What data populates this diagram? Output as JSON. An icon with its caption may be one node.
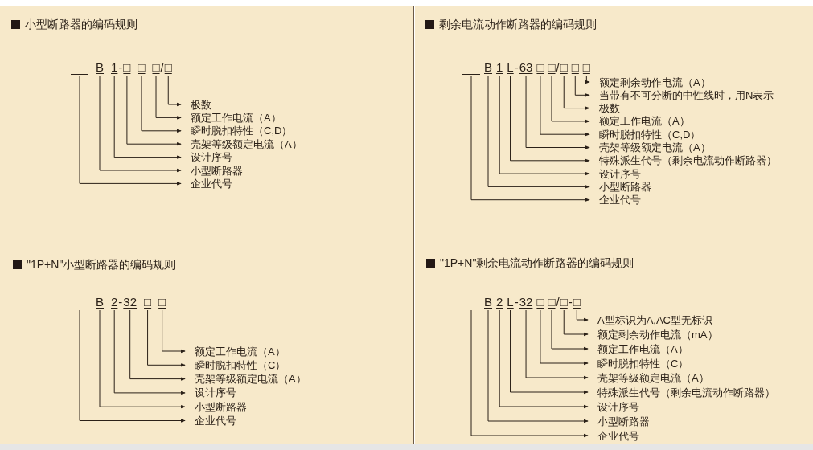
{
  "diagram": {
    "nodes": [
      {
        "text": [],
        "shape": "bar"
      },
      {
        "text": [
          "B"
        ]
      },
      {
        "text": [
          "1"
        ]
      },
      {
        "text": [
          "□"
        ]
      },
      {
        "text": [
          "□"
        ]
      },
      {
        "text": [
          "□"
        ]
      },
      {
        "text": [
          "□"
        ]
      },
      {
        "text": [
          "极数"
        ]
      },
      {
        "text": [
          "额定工作电流（A）"
        ]
      },
      {
        "text": [
          "瞬时脱扣特性（C,D）"
        ]
      },
      {
        "text": [
          "壳架等级额定电流（A）"
        ]
      },
      {
        "text": [
          "设计序号"
        ]
      },
      {
        "text": [
          "小型断路器"
        ]
      },
      {
        "text": [
          "企业代号"
        ]
      },
      {
        "text": [],
        "shape": "bar"
      },
      {
        "text": [
          "B"
        ]
      },
      {
        "text": [
          "1"
        ]
      },
      {
        "text": [
          "L"
        ]
      },
      {
        "text": [
          "63"
        ]
      },
      {
        "text": [
          "□"
        ]
      },
      {
        "text": [
          "□"
        ]
      },
      {
        "text": [
          "□"
        ]
      },
      {
        "text": [
          "□"
        ]
      },
      {
        "text": [
          "□"
        ]
      },
      {
        "text": [
          "额定剩余动作电流（A）"
        ]
      },
      {
        "text": [
          "当带有不可分断的中性线时，用N表示"
        ]
      },
      {
        "text": [
          "极数"
        ]
      },
      {
        "text": [
          "额定工作电流（A）"
        ]
      },
      {
        "text": [
          "瞬时脱扣特性（C,D）"
        ]
      },
      {
        "text": [
          "壳架等级额定电流（A）"
        ]
      },
      {
        "text": [
          "特殊派生代号（剩余电流动作断路器）"
        ]
      },
      {
        "text": [
          "设计序号"
        ]
      },
      {
        "text": [
          "小型断路器"
        ]
      },
      {
        "text": [
          "企业代号"
        ]
      },
      {
        "text": [],
        "shape": "bar"
      },
      {
        "text": [
          "B"
        ]
      },
      {
        "text": [
          "2"
        ]
      },
      {
        "text": [
          "32"
        ]
      },
      {
        "text": [
          "□"
        ]
      },
      {
        "text": [
          "□"
        ]
      },
      {
        "text": [
          "额定工作电流（A）"
        ]
      },
      {
        "text": [
          "瞬时脱扣特性（C）"
        ]
      },
      {
        "text": [
          "壳架等级额定电流（A）"
        ]
      },
      {
        "text": [
          "设计序号"
        ]
      },
      {
        "text": [
          "小型断路器"
        ]
      },
      {
        "text": [
          "企业代号"
        ]
      },
      {
        "text": [],
        "shape": "bar"
      },
      {
        "text": [
          "B"
        ]
      },
      {
        "text": [
          "2"
        ]
      },
      {
        "text": [
          "L"
        ]
      },
      {
        "text": [
          "32"
        ]
      },
      {
        "text": [
          "□"
        ]
      },
      {
        "text": [
          "□"
        ]
      },
      {
        "text": [
          "□"
        ]
      },
      {
        "text": [
          "□"
        ]
      },
      {
        "text": [
          "A型标识为A,AC型无标识"
        ]
      },
      {
        "text": [
          "额定剩余动作电流（mA）"
        ]
      },
      {
        "text": [
          "额定工作电流（A）"
        ]
      },
      {
        "text": [
          "瞬时脱扣特性（C）"
        ]
      },
      {
        "text": [
          "壳架等级额定电流（A）"
        ]
      },
      {
        "text": [
          "特殊派生代号（剩余电流动作断路器）"
        ]
      },
      {
        "text": [
          "设计序号"
        ]
      },
      {
        "text": [
          "小型断路器"
        ]
      },
      {
        "text": [
          "企业代号"
        ]
      }
    ],
    "edges": [
      {
        "from": 6,
        "to": 7,
        "arrow": "to"
      },
      {
        "from": 5,
        "to": 8,
        "arrow": "to"
      },
      {
        "from": 4,
        "to": 9,
        "arrow": "to"
      },
      {
        "from": 3,
        "to": 10,
        "arrow": "to"
      },
      {
        "from": 2,
        "to": 11,
        "arrow": "to"
      },
      {
        "from": 1,
        "to": 12,
        "arrow": "to"
      },
      {
        "from": 0,
        "to": 13,
        "arrow": "to"
      },
      {
        "from": 23,
        "to": 24,
        "arrow": "to"
      },
      {
        "from": 22,
        "to": 25,
        "arrow": "to"
      },
      {
        "from": 21,
        "to": 26,
        "arrow": "to"
      },
      {
        "from": 20,
        "to": 27,
        "arrow": "to"
      },
      {
        "from": 19,
        "to": 28,
        "arrow": "to"
      },
      {
        "from": 18,
        "to": 29,
        "arrow": "to"
      },
      {
        "from": 17,
        "to": 30,
        "arrow": "to"
      },
      {
        "from": 16,
        "to": 31,
        "arrow": "to"
      },
      {
        "from": 15,
        "to": 32,
        "arrow": "to"
      },
      {
        "from": 14,
        "to": 33,
        "arrow": "to"
      },
      {
        "from": 39,
        "to": 40,
        "arrow": "to"
      },
      {
        "from": 38,
        "to": 41,
        "arrow": "to"
      },
      {
        "from": 37,
        "to": 42,
        "arrow": "to"
      },
      {
        "from": 36,
        "to": 43,
        "arrow": "to"
      },
      {
        "from": 35,
        "to": 44,
        "arrow": "to"
      },
      {
        "from": 34,
        "to": 45,
        "arrow": "to"
      },
      {
        "from": 54,
        "to": 55,
        "arrow": "to"
      },
      {
        "from": 53,
        "to": 56,
        "arrow": "to"
      },
      {
        "from": 52,
        "to": 57,
        "arrow": "to"
      },
      {
        "from": 51,
        "to": 58,
        "arrow": "to"
      },
      {
        "from": 50,
        "to": 59,
        "arrow": "to"
      },
      {
        "from": 49,
        "to": 60,
        "arrow": "to"
      },
      {
        "from": 48,
        "to": 61,
        "arrow": "to"
      },
      {
        "from": 47,
        "to": 62,
        "arrow": "to"
      },
      {
        "from": 46,
        "to": 63,
        "arrow": "to"
      }
    ],
    "labels": [
      "小型断路器的编码规则",
      "-",
      "/",
      "剩余电流动作断路器的编码规则",
      "-",
      "/",
      "\"1P+N\"小型断路器的编码规则",
      "-",
      "\"1P+N\"剩余电流动作断路器的编码规则",
      "-",
      "/",
      "-"
    ]
  }
}
